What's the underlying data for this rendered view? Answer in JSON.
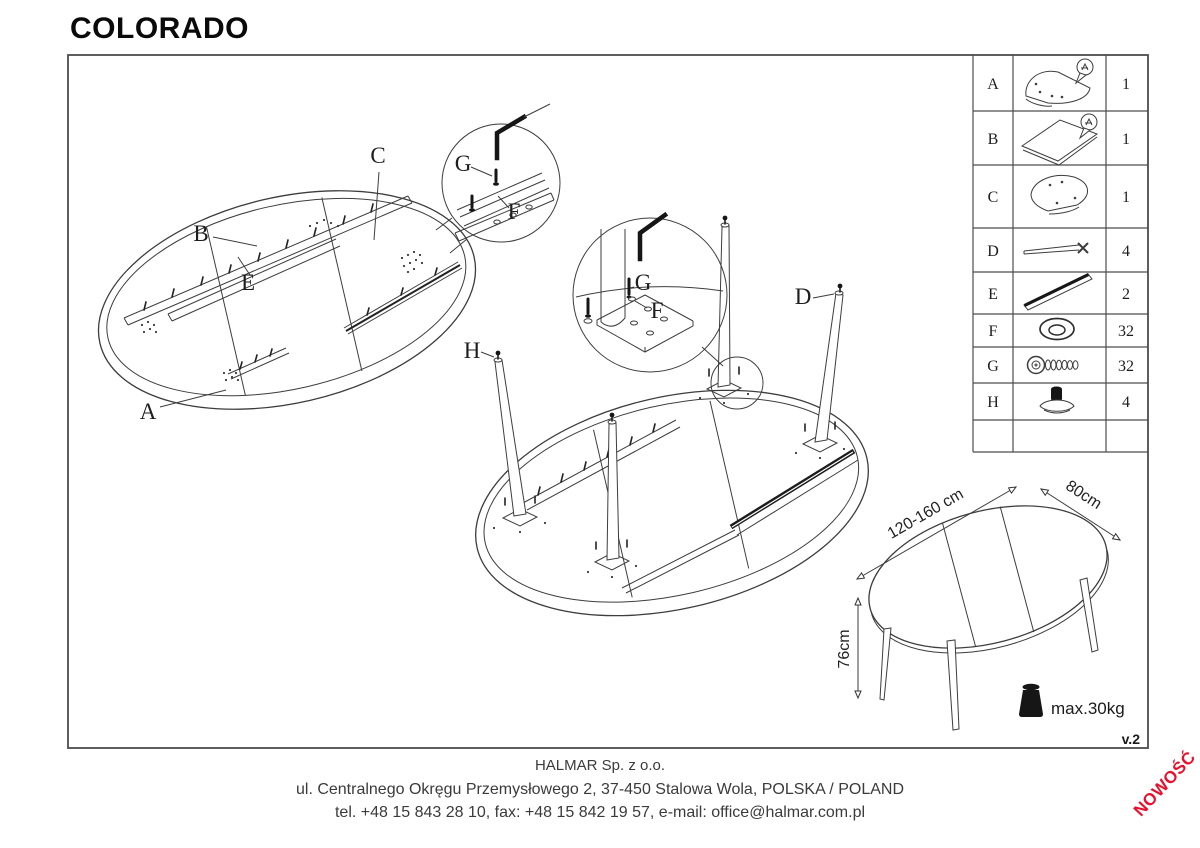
{
  "title": "COLORADO",
  "version_label": "v.2",
  "callouts": {
    "left_view": {
      "a": "A",
      "b": "B",
      "c": "C",
      "e": "E"
    },
    "left_inset": {
      "g": "G",
      "f": "F"
    },
    "right_view": {
      "h": "H",
      "d": "D"
    },
    "right_inset": {
      "g": "G",
      "f": "F"
    }
  },
  "parts_table": {
    "rows": [
      {
        "letter": "A",
        "qty": "1",
        "icon": "tabletop-half-with-magnifier"
      },
      {
        "letter": "B",
        "qty": "1",
        "icon": "extension-leaf-with-magnifier"
      },
      {
        "letter": "C",
        "qty": "1",
        "icon": "tabletop-half"
      },
      {
        "letter": "D",
        "qty": "4",
        "icon": "table-leg"
      },
      {
        "letter": "E",
        "qty": "2",
        "icon": "slide-rail"
      },
      {
        "letter": "F",
        "qty": "32",
        "icon": "washer"
      },
      {
        "letter": "G",
        "qty": "32",
        "icon": "bolt"
      },
      {
        "letter": "H",
        "qty": "4",
        "icon": "foot-glide"
      }
    ]
  },
  "dimensions": {
    "length": "120-160 cm",
    "width": "80cm",
    "height": "76cm",
    "max_load": "max.30kg"
  },
  "footer": {
    "company": "HALMAR Sp. z o.o.",
    "address": "ul. Centralnego Okręgu Przemysłowego 2, 37-450 Stalowa Wola, POLSKA / POLAND",
    "contact": "tel. +48 15 843 28 10, fax: +48 15 842 19 57, e-mail: office@halmar.com.pl"
  },
  "badge": {
    "text": "NOWOŚĆ",
    "color": "#e8112d"
  }
}
